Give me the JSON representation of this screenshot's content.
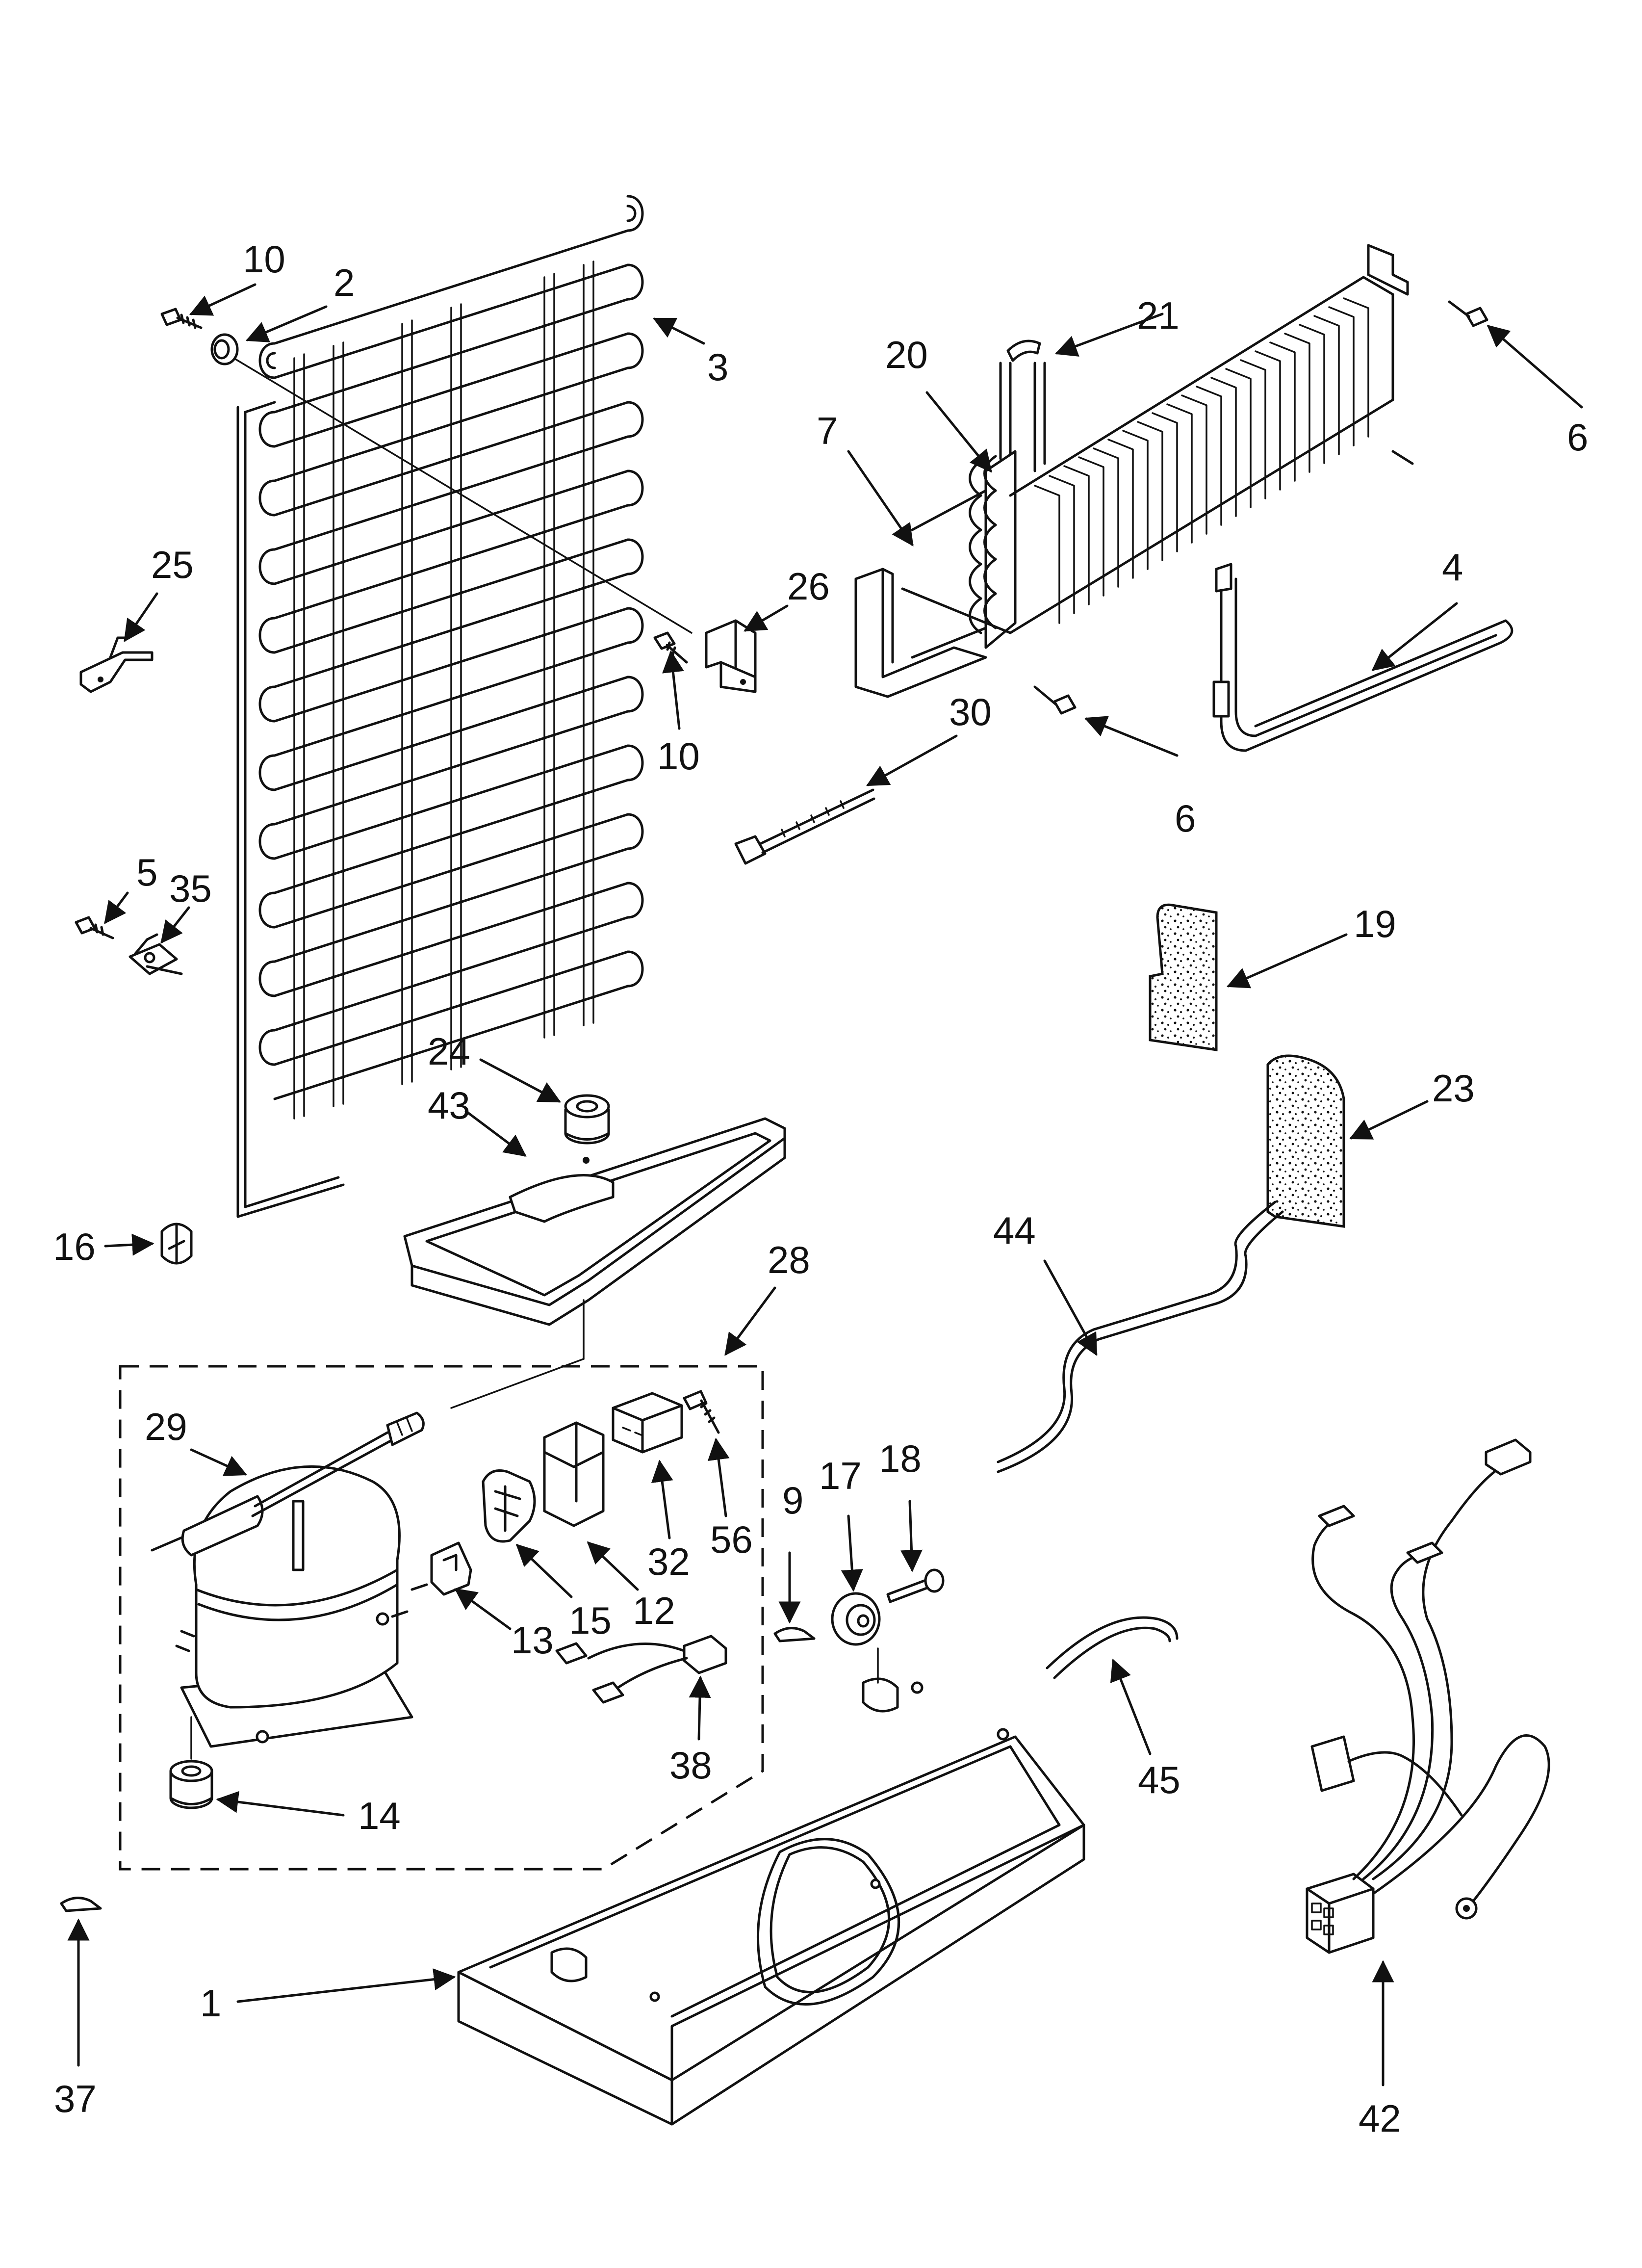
{
  "diagram": {
    "callouts": [
      "10",
      "2",
      "3",
      "21",
      "20",
      "6",
      "7",
      "25",
      "26",
      "4",
      "30",
      "10",
      "6",
      "5",
      "35",
      "19",
      "24",
      "43",
      "23",
      "16",
      "28",
      "44",
      "29",
      "18",
      "17",
      "9",
      "56",
      "32",
      "15",
      "12",
      "13",
      "38",
      "45",
      "14",
      "37",
      "1",
      "42"
    ]
  }
}
